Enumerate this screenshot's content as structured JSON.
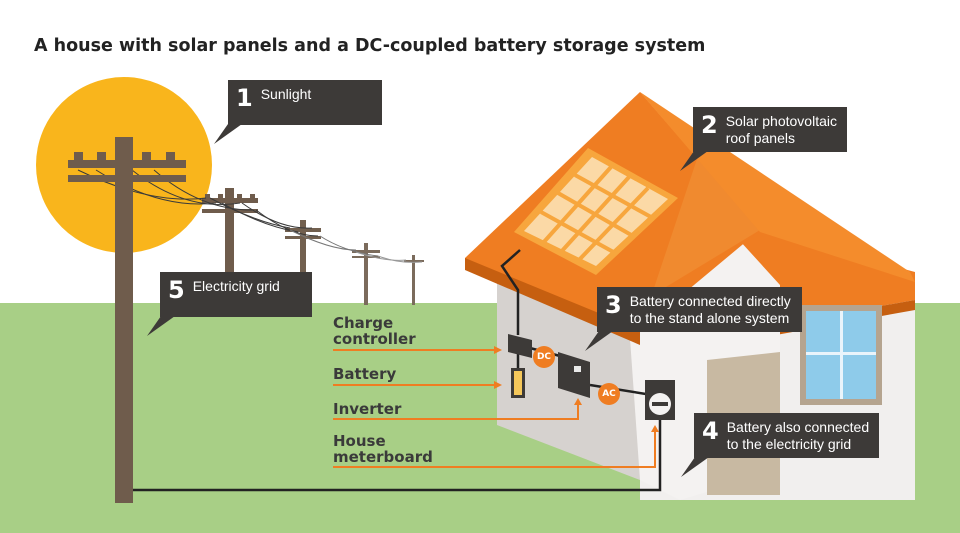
{
  "title": "A house with solar panels and a DC-coupled battery storage system",
  "callouts": [
    {
      "num": "1",
      "lines": [
        "Sunlight"
      ]
    },
    {
      "num": "2",
      "lines": [
        "Solar photovoltaic",
        "roof panels"
      ]
    },
    {
      "num": "3",
      "lines": [
        "Battery connected directly",
        "to the stand alone system"
      ]
    },
    {
      "num": "4",
      "lines": [
        "Battery also connected",
        "to the electricity grid"
      ]
    },
    {
      "num": "5",
      "lines": [
        "Electricity grid"
      ]
    }
  ],
  "labels": [
    {
      "lines": [
        "Charge",
        "controller"
      ]
    },
    {
      "lines": [
        "Battery"
      ]
    },
    {
      "lines": [
        "Inverter"
      ]
    },
    {
      "lines": [
        "House",
        "meterboard"
      ]
    }
  ],
  "badges": {
    "dc": "DC",
    "ac": "AC"
  },
  "colors": {
    "orange": "#ef7d22",
    "sun": "#f9b51c",
    "grass": "#a8cf86",
    "pole": "#6f5c4c",
    "callout": "#3d3a38"
  }
}
